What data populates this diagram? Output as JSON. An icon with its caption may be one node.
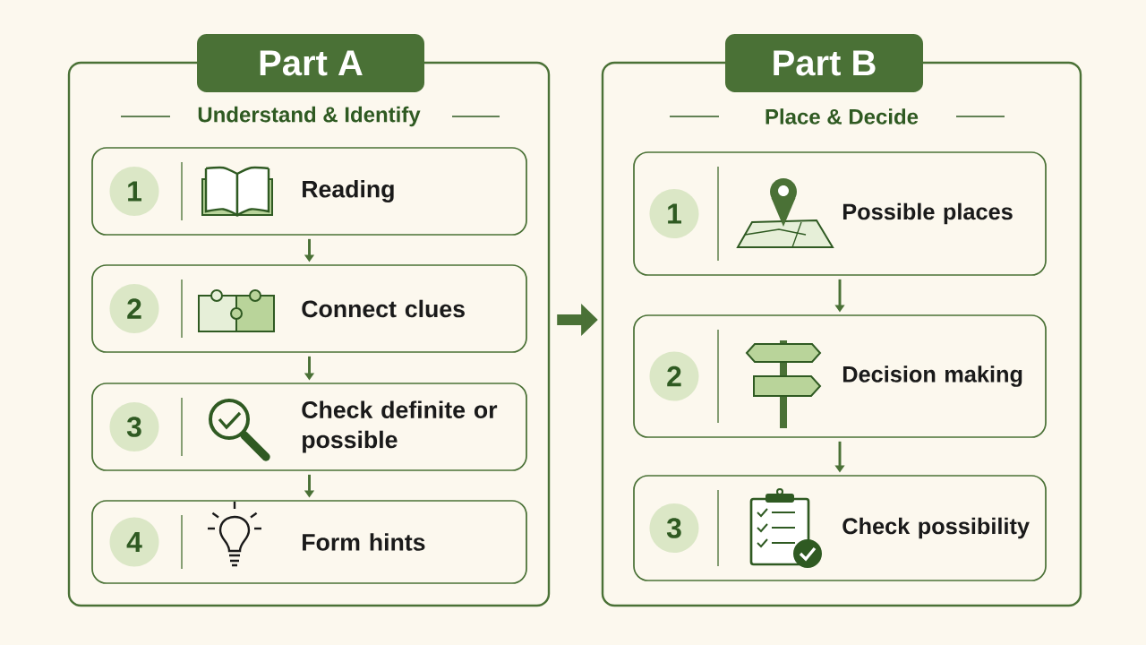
{
  "diagram": {
    "nodes": [
      {
        "text": [
          "Part A",
          "Understand & Identify"
        ]
      },
      {
        "text": [
          "1",
          "Reading"
        ],
        "in": 0
      },
      {
        "text": [
          "2",
          "Connect clues"
        ],
        "in": 0
      },
      {
        "text": [
          "3",
          "Check definite or possible"
        ],
        "in": 0
      },
      {
        "text": [
          "4",
          "Form hints"
        ],
        "in": 0
      },
      {
        "text": [
          "Part B",
          "Place & Decide"
        ]
      },
      {
        "text": [
          "1",
          "Possible places"
        ],
        "in": 5
      },
      {
        "text": [
          "2",
          "Decision making"
        ],
        "in": 5
      },
      {
        "text": [
          "3",
          "Check possibility"
        ],
        "in": 5
      }
    ],
    "edges": [
      {
        "from": 1,
        "to": 2,
        "arrow": "to"
      },
      {
        "from": 2,
        "to": 3,
        "arrow": "to"
      },
      {
        "from": 3,
        "to": 4,
        "arrow": "to"
      },
      {
        "from": 0,
        "to": 5,
        "arrow": "to",
        "style": "thick"
      },
      {
        "from": 6,
        "to": 7,
        "arrow": "to"
      },
      {
        "from": 7,
        "to": 8,
        "arrow": "to"
      }
    ]
  }
}
